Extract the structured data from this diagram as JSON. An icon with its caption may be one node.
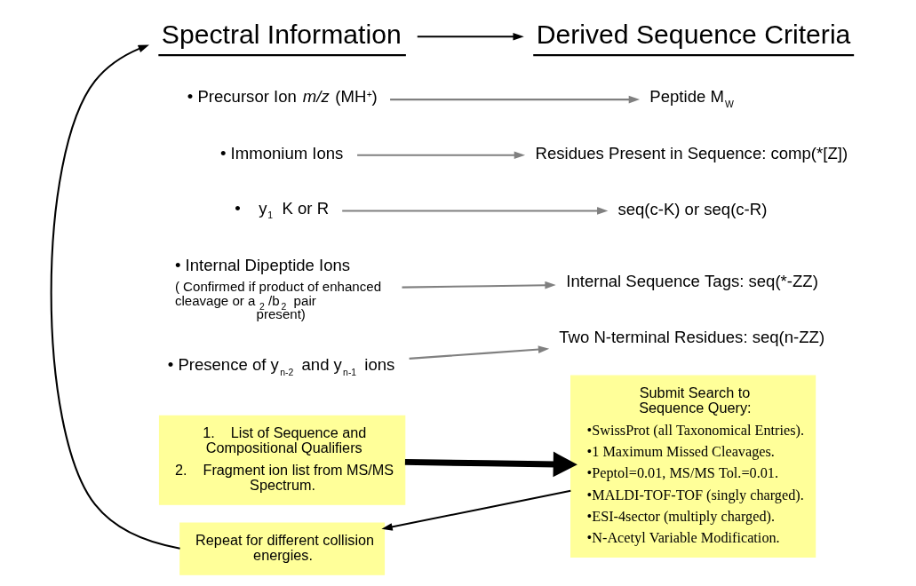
{
  "diagram": {
    "nodes": [
      {
        "text": [
          "Spectral Information"
        ]
      },
      {
        "text": [
          "Derived Sequence Criteria"
        ]
      },
      {
        "text": [
          "• Precursor Ion *m/z* (MH$^{+}$)"
        ]
      },
      {
        "text": [
          "Peptide M$_{W}$"
        ]
      },
      {
        "text": [
          "• Immonium Ions"
        ]
      },
      {
        "text": [
          "Residues Present in Sequence: comp(*[Z])"
        ]
      },
      {
        "text": [
          "•    y$_{1}$ K or R"
        ]
      },
      {
        "text": [
          "seq(c-K) or seq(c-R)"
        ]
      },
      {
        "text": [
          "• Internal Dipeptide Ions",
          "( Confirmed if product of enhanced cleavage or a$_{2}$/b$_{2}$ pair present)"
        ]
      },
      {
        "text": [
          "Internal Sequence Tags: seq(*-ZZ)"
        ]
      },
      {
        "text": [
          "• Presence of y$_{n-2}$ and y$_{n-1}$ ions"
        ]
      },
      {
        "text": [
          "Two N-terminal Residues: seq(n-ZZ)"
        ]
      },
      {
        "text": [
          "1.    List of Sequence and Compositional Qualifiers",
          "2.    Fragment ion list from MS/MS Spectrum."
        ]
      },
      {
        "text": [
          "Submit Search to Sequence Query:",
          "•SwissProt (all Taxonomical Entries).",
          "•1 Maximum Missed Cleavages.",
          "•Peptol=0.01, MS/MS Tol.=0.01.",
          "•MALDI-TOF-TOF (singly charged).",
          "•ESI-4sector (multiply charged).",
          "•N-Acetyl Variable Modification."
        ]
      },
      {
        "text": [
          "Repeat for different collision energies."
        ]
      }
    ],
    "edges": [
      {
        "from": 0,
        "to": 1,
        "arrow": "to",
        "color": "#000000"
      },
      {
        "from": 2,
        "to": 3,
        "arrow": "to"
      },
      {
        "from": 4,
        "to": 5,
        "arrow": "to"
      },
      {
        "from": 6,
        "to": 7,
        "arrow": "to"
      },
      {
        "from": 8,
        "to": 9,
        "arrow": "to"
      },
      {
        "from": 10,
        "to": 11,
        "arrow": "to"
      },
      {
        "from": 12,
        "to": 13,
        "arrow": "to",
        "style": "thick",
        "color": "#000000"
      },
      {
        "from": 13,
        "to": 14,
        "arrow": "to",
        "color": "#000000"
      },
      {
        "from": 14,
        "to": 0,
        "arrow": "to",
        "color": "#000000"
      }
    ]
  }
}
